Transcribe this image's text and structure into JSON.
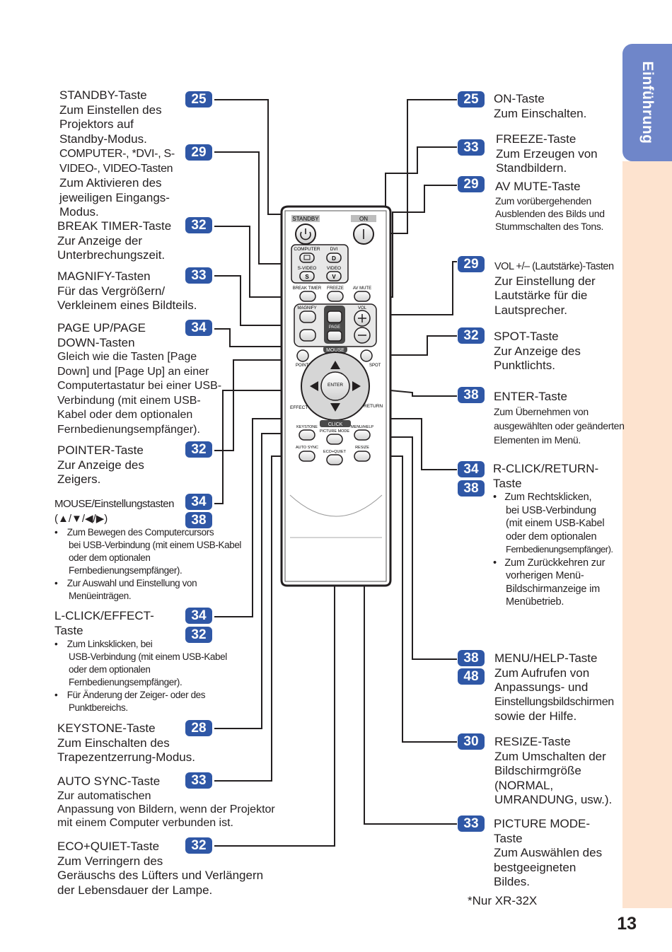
{
  "side_tab": "Einführung",
  "page_number": "13",
  "footnote": "*Nur XR-32X",
  "remote": {
    "standby": "STANDBY",
    "on": "ON",
    "computer": "COMPUTER",
    "dvi": "DVI",
    "svideo": "S-VIDEO",
    "video": "VIDEO",
    "break_timer": "BREAK TIMER",
    "freeze": "FREEZE",
    "av_mute": "AV MUTE",
    "magnify": "MAGNIFY",
    "page": "PAGE",
    "vol": "VOL",
    "mouse": "MOUSE",
    "pointer": "POINTER",
    "spot": "SPOT",
    "enter": "ENTER",
    "effect": "EFFECT",
    "return": "RETURN",
    "click": "CLICK",
    "keystone": "KEYSTONE",
    "picture_mode": "PICTURE MODE",
    "menu_help": "MENU/HELP",
    "auto_sync": "AUTO SYNC",
    "eco_quiet": "ECO+QUIET",
    "resize": "RESIZE",
    "key_s": "S",
    "key_v": "V",
    "key_d": "D"
  },
  "left": {
    "standby": {
      "badge": "25",
      "title": "STANDBY-Taste",
      "body": [
        "Zum Einstellen des",
        "Projektors auf",
        "Standby-Modus."
      ]
    },
    "computer": {
      "badge": "29",
      "title": [
        "COMPUTER-, *DVI-, S-",
        "VIDEO-, VIDEO-Tasten"
      ],
      "body": [
        "Zum Aktivieren des",
        "jeweiligen Eingangs-",
        "Modus."
      ]
    },
    "break_timer": {
      "badge": "32",
      "title": "BREAK TIMER-Taste",
      "body": [
        "Zur Anzeige der",
        "Unterbrechungszeit."
      ]
    },
    "magnify": {
      "badge": "33",
      "title": "MAGNIFY-Tasten",
      "body": [
        "Für das Vergrößern/",
        "Verkleinem eines Bildteils."
      ]
    },
    "page": {
      "badge": "34",
      "title": [
        "PAGE UP/PAGE",
        "DOWN-Tasten"
      ],
      "body": [
        "Gleich wie die Tasten [Page",
        "Down] und [Page Up] an einer",
        "Computertastatur bei einer USB-",
        "Verbindung (mit einem USB-",
        "Kabel oder dem optionalen",
        "Fernbedienungsempfänger)."
      ]
    },
    "pointer": {
      "badge": "32",
      "title": "POINTER-Taste",
      "body": [
        "Zur Anzeige des",
        "Zeigers."
      ]
    },
    "mouse": {
      "badges": [
        "34",
        "38"
      ],
      "title": [
        "MOUSE/Einstellungstasten",
        "(▲/▼/◀/▶)"
      ],
      "bullets": [
        [
          "Zum Bewegen des Computercursors",
          "bei USB-Verbindung (mit einem USB-Kabel",
          "oder dem optionalen",
          "Fernbedienungsempfänger)."
        ],
        [
          "Zur Auswahl und Einstellung von",
          "Menüeinträgen."
        ]
      ]
    },
    "lclick": {
      "badges": [
        "34",
        "32"
      ],
      "title": [
        "L-CLICK/EFFECT-",
        "Taste"
      ],
      "bullets": [
        [
          "Zum Linksklicken, bei",
          "USB-Verbindung (mit einem USB-Kabel",
          "oder dem optionalen",
          "Fernbedienungsempfänger)."
        ],
        [
          "Für Änderung der Zeiger- oder des",
          "Punktbereichs."
        ]
      ]
    },
    "keystone": {
      "badge": "28",
      "title": "KEYSTONE-Taste",
      "body": [
        "Zum Einschalten des",
        "Trapezentzerrung-Modus."
      ]
    },
    "autosync": {
      "badge": "33",
      "title": "AUTO SYNC-Taste",
      "body": [
        "Zur automatischen",
        "Anpassung von Bildern, wenn der Projektor",
        "mit einem Computer verbunden ist."
      ]
    },
    "eco": {
      "badge": "32",
      "title": "ECO+QUIET-Taste",
      "body": [
        "Zum Verringern des",
        "Geräuschs des Lüfters und Verlängern",
        "der Lebensdauer der Lampe."
      ]
    }
  },
  "right": {
    "on": {
      "badge": "25",
      "title": "ON-Taste",
      "body": [
        "Zum Einschalten."
      ]
    },
    "freeze": {
      "badge": "33",
      "title": "FREEZE-Taste",
      "body": [
        "Zum Erzeugen von",
        "Standbildern."
      ]
    },
    "avmute": {
      "badge": "29",
      "title": "AV MUTE-Taste",
      "body": [
        "Zum vorübergehenden",
        "Ausblenden des Bilds und",
        "Stummschalten des Tons."
      ]
    },
    "vol": {
      "badge": "29",
      "title": "VOL +/– (Lautstärke)-Tasten",
      "body": [
        "Zur Einstellung der",
        "Lautstärke für die",
        "Lautsprecher."
      ]
    },
    "spot": {
      "badge": "32",
      "title": "SPOT-Taste",
      "body": [
        "Zur Anzeige des",
        "Punktlichts."
      ]
    },
    "enter": {
      "badge": "38",
      "title": "ENTER-Taste",
      "body": [
        "Zum Übernehmen von",
        "ausgewählten oder geänderten",
        "Elementen im Menü."
      ]
    },
    "rclick": {
      "badges": [
        "34",
        "38"
      ],
      "title": [
        "R-CLICK/RETURN-",
        "Taste"
      ],
      "bullets": [
        [
          "Zum Rechtsklicken,",
          "bei USB-Verbindung",
          "(mit einem USB-Kabel",
          "oder dem optionalen",
          "Fernbedienungsempfänger)."
        ],
        [
          "Zum Zurückkehren zur",
          "vorherigen Menü-",
          "Bildschirmanzeige im",
          "Menübetrieb."
        ]
      ]
    },
    "menu": {
      "badges": [
        "38",
        "48"
      ],
      "title": "MENU/HELP-Taste",
      "body": [
        "Zum Aufrufen von",
        "Anpassungs- und",
        "Einstellungsbildschirmen",
        "sowie der Hilfe."
      ]
    },
    "resize": {
      "badge": "30",
      "title": "RESIZE-Taste",
      "body": [
        "Zum Umschalten der",
        "Bildschirmgröße",
        "(NORMAL,",
        "UMRANDUNG, usw.)."
      ]
    },
    "picture": {
      "badge": "33",
      "title": [
        "PICTURE MODE-",
        "Taste"
      ],
      "body": [
        "Zum Auswählen des",
        "bestgeeigneten",
        "Bildes."
      ]
    }
  }
}
